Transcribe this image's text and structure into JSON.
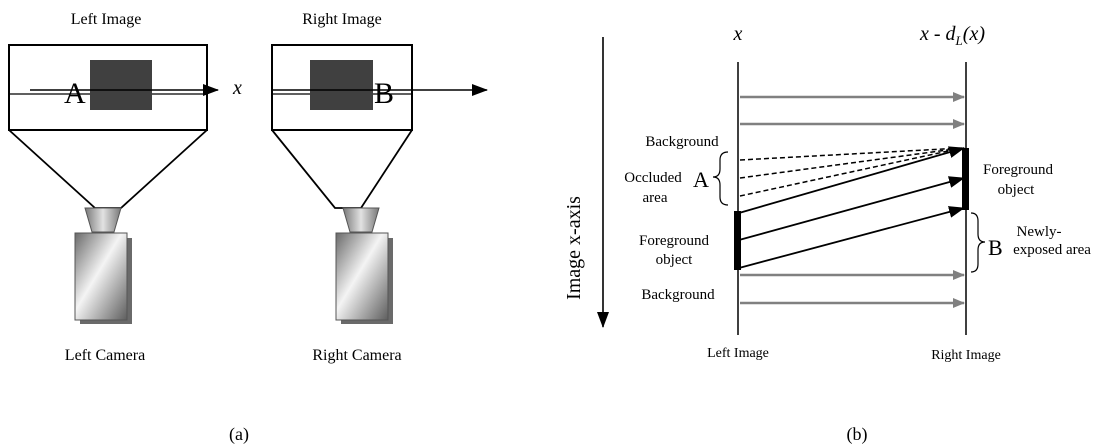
{
  "panel_a": {
    "left_image_title": "Left Image",
    "right_image_title": "Right Image",
    "axis_label": "x",
    "point_a": "A",
    "point_b": "B",
    "left_camera_label": "Left Camera",
    "right_camera_label": "Right Camera",
    "caption": "(a)"
  },
  "panel_b": {
    "vertical_axis_label": "Image x-axis",
    "left_column_header": "x",
    "right_column_header_prefix": "x - d",
    "right_column_header_subscript": "L",
    "right_column_header_suffix": "(x)",
    "background_top": "Background",
    "background_bottom": "Background",
    "occluded_area_line1": "Occluded",
    "occluded_area_line2": "area",
    "occluded_letter": "A",
    "left_foreground_line1": "Foreground",
    "left_foreground_line2": "object",
    "right_foreground_line1": "Foreground",
    "right_foreground_line2": "object",
    "newly_exposed_letter": "B",
    "newly_exposed_line1": "Newly-",
    "newly_exposed_line2": "exposed area",
    "left_image_label": "Left Image",
    "right_image_label": "Right Image",
    "caption": "(b)"
  },
  "colors": {
    "line": "#000000",
    "gray_arrow": "#808080",
    "foreground_block": "#404040"
  }
}
